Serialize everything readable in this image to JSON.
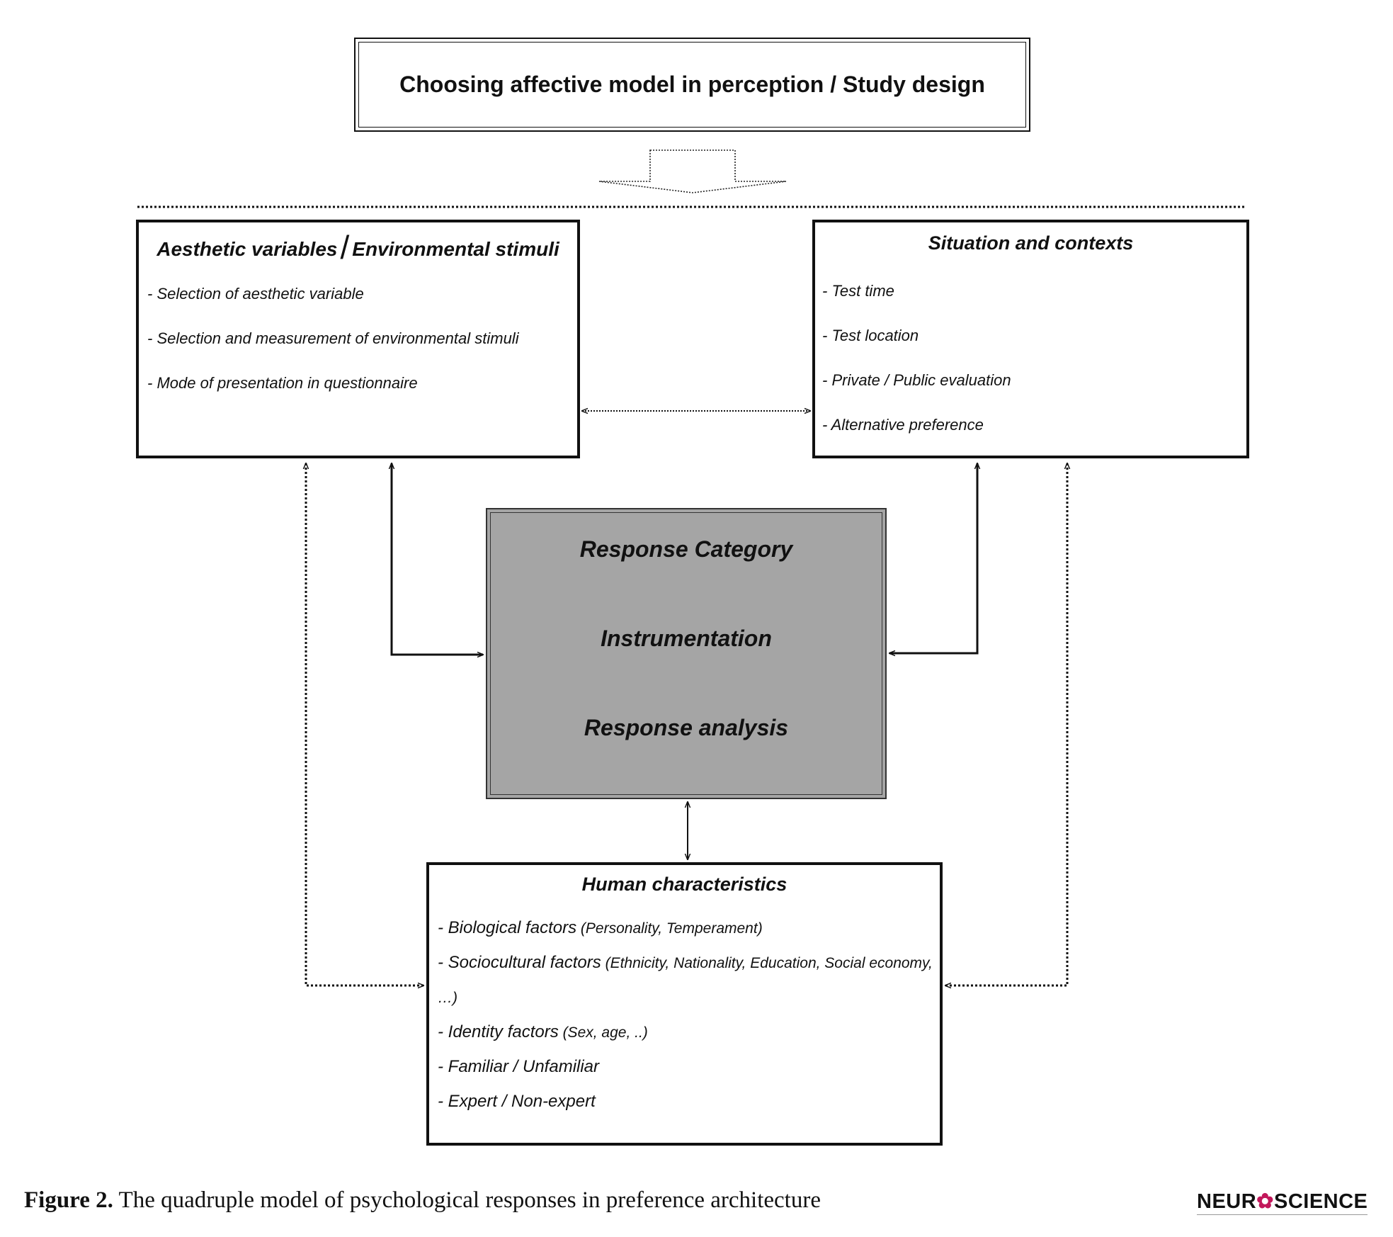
{
  "diagram": {
    "top_box": {
      "title": "Choosing affective model in perception / Study design"
    },
    "aesthetic_box": {
      "title_part1": "Aesthetic variables",
      "title_separator": "/",
      "title_part2": "Environmental stimuli",
      "items": [
        "- Selection of aesthetic variable",
        "- Selection and measurement of environmental stimuli",
        "- Mode of presentation in questionnaire"
      ]
    },
    "situation_box": {
      "title": "Situation and contexts",
      "items": [
        "- Test time",
        "- Test location",
        "- Private / Public  evaluation",
        "- Alternative preference"
      ]
    },
    "center_box": {
      "lines": [
        "Response Category",
        "Instrumentation",
        "Response analysis"
      ]
    },
    "human_box": {
      "title": "Human characteristics",
      "items": [
        {
          "main": "- Biological factors",
          "extra": " (Personality, Temperament)"
        },
        {
          "main": "- Sociocultural factors",
          "extra": " (Ethnicity, Nationality, Education, Social economy, …)"
        },
        {
          "main": "- Identity factors",
          "extra": " (Sex, age, ..)"
        },
        {
          "main": "- Familiar / Unfamiliar",
          "extra": ""
        },
        {
          "main": "- Expert / Non-expert",
          "extra": ""
        }
      ]
    }
  },
  "caption": {
    "label": "Figure 2.",
    "text": " The quadruple model of psychological responses in preference architecture"
  },
  "logo": {
    "part1": "NEUR",
    "glyph": "✿",
    "part2": "SCIENCE"
  }
}
